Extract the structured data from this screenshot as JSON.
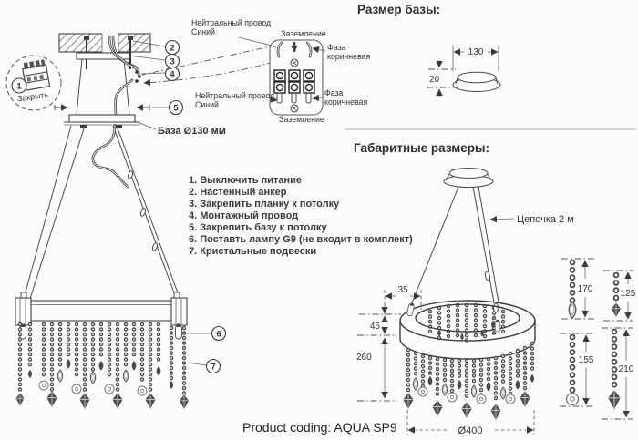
{
  "titles": {
    "base_size": "Размер базы:",
    "overall": "Габаритные размеры:"
  },
  "footer": {
    "product_coding": "Product coding: AQUA SP9"
  },
  "callouts": {
    "n1": "1",
    "n2": "2",
    "n3": "3",
    "n4": "4",
    "n5": "5",
    "n6": "6",
    "n7": "7",
    "close_label": "Закрыть",
    "base_label": "База Ø130 мм",
    "chain_label": "Цепочка 2 м"
  },
  "wiring": {
    "neutral1": "Нейтральный провод",
    "neutral2": "Синий",
    "ground": "Заземление",
    "phase1": "Фаза",
    "phase2": "коричневая"
  },
  "instructions": [
    "1. Выключить питание",
    "2. Настенный анкер",
    "3. Закрепить планку к потолку",
    "4. Монтажный провод",
    "5. Закрепить базу к потолку",
    "6. Поставть лампу G9 (не входит в комплект)",
    "7. Кристальные подвески"
  ],
  "dims": {
    "base_w": "130",
    "base_h": "20",
    "rim": "35",
    "ring_h": "45",
    "drop": "260",
    "dia": "Ø400",
    "strand_a": "170",
    "strand_b": "125",
    "strand_c": "155",
    "strand_d": "210"
  },
  "colors": {
    "ink": "#3a3a3a",
    "paper": "#fcfcfc"
  }
}
